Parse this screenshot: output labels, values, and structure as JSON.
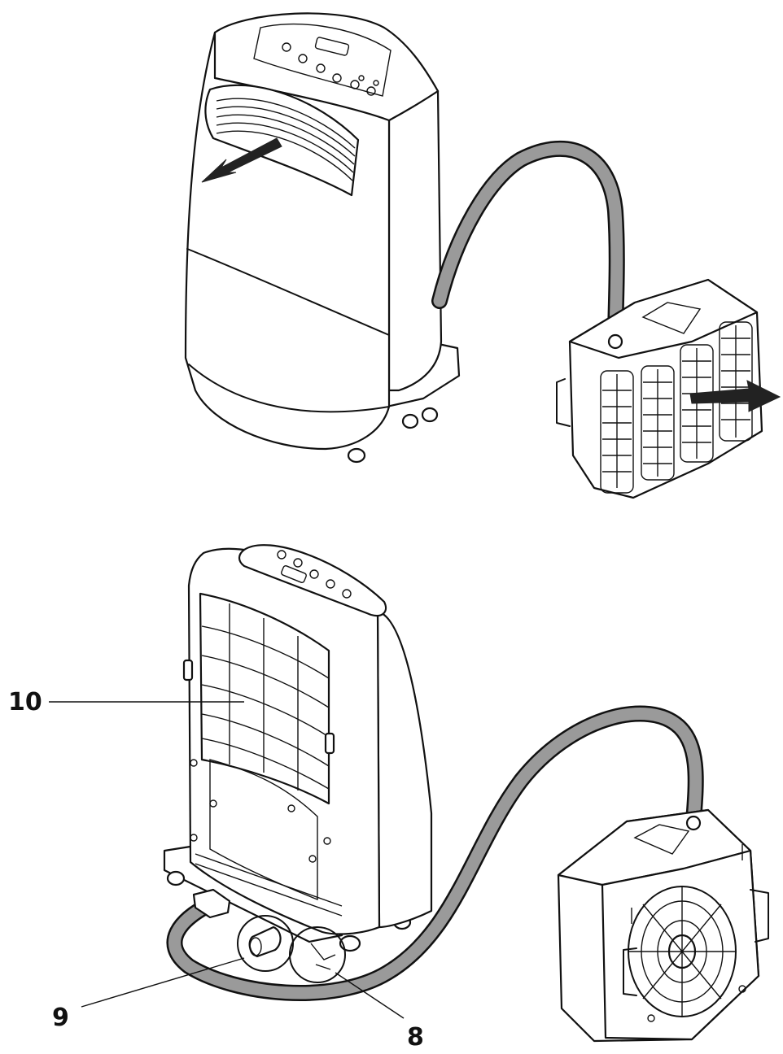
{
  "callouts": {
    "label_10": "10",
    "label_9": "9",
    "label_8": "8"
  },
  "colors": {
    "line": "#111111",
    "hose_fill": "#9a9a9a",
    "background": "#ffffff"
  }
}
